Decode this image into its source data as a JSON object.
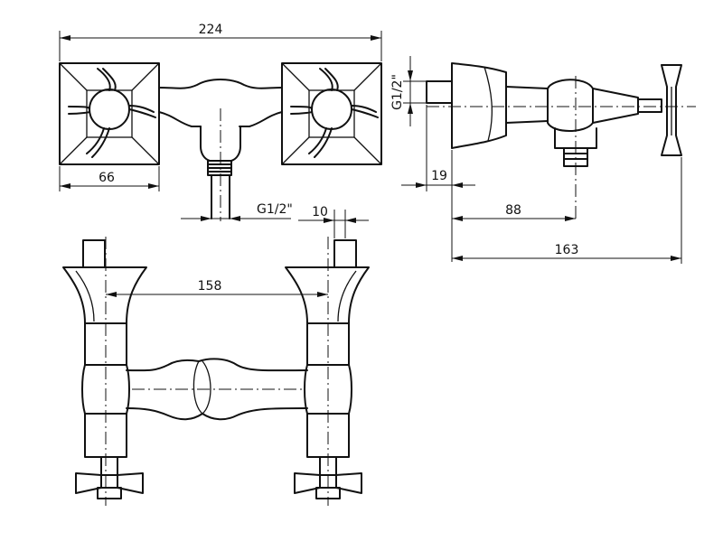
{
  "dimensions": {
    "overall_width": "224",
    "plate_width": "66",
    "thread_front": "G1/2\"",
    "thread_side": "G1/2\"",
    "center_distance": "158",
    "stem_offset": "10",
    "side_offset": "19",
    "spout_depth": "88",
    "overall_depth": "163"
  }
}
